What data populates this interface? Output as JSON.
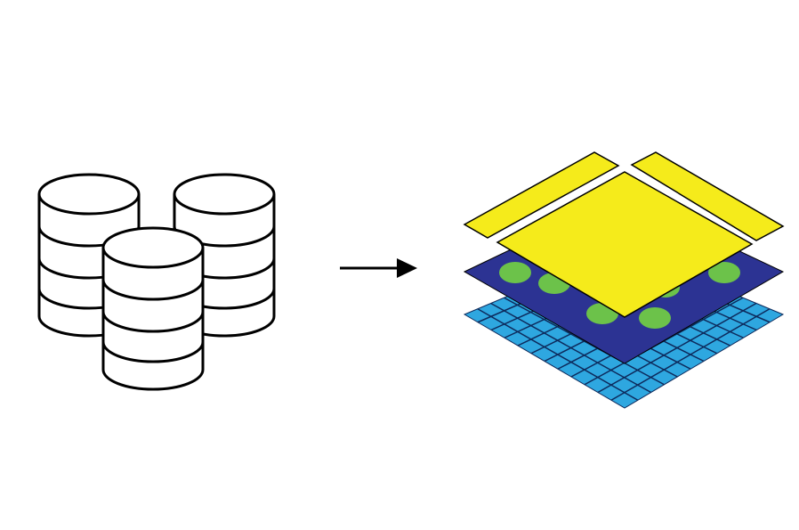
{
  "diagram": {
    "source": {
      "icon": "database-stack-icon",
      "cylinder_count": 3,
      "line_color": "#000000",
      "fill_color": "#ffffff"
    },
    "connector": {
      "icon": "arrow-right-icon",
      "color": "#000000"
    },
    "target": {
      "icon": "layered-map-icon",
      "layers": [
        {
          "name": "raster-grid",
          "fill": "#2ea7e0",
          "stroke": "#0d2a5c"
        },
        {
          "name": "point-features",
          "fill": "#2c3393",
          "point_fill": "#6cc24a"
        },
        {
          "name": "polygon-parcels",
          "fill": "#f5eb1b",
          "stroke": "#000000"
        }
      ]
    }
  }
}
